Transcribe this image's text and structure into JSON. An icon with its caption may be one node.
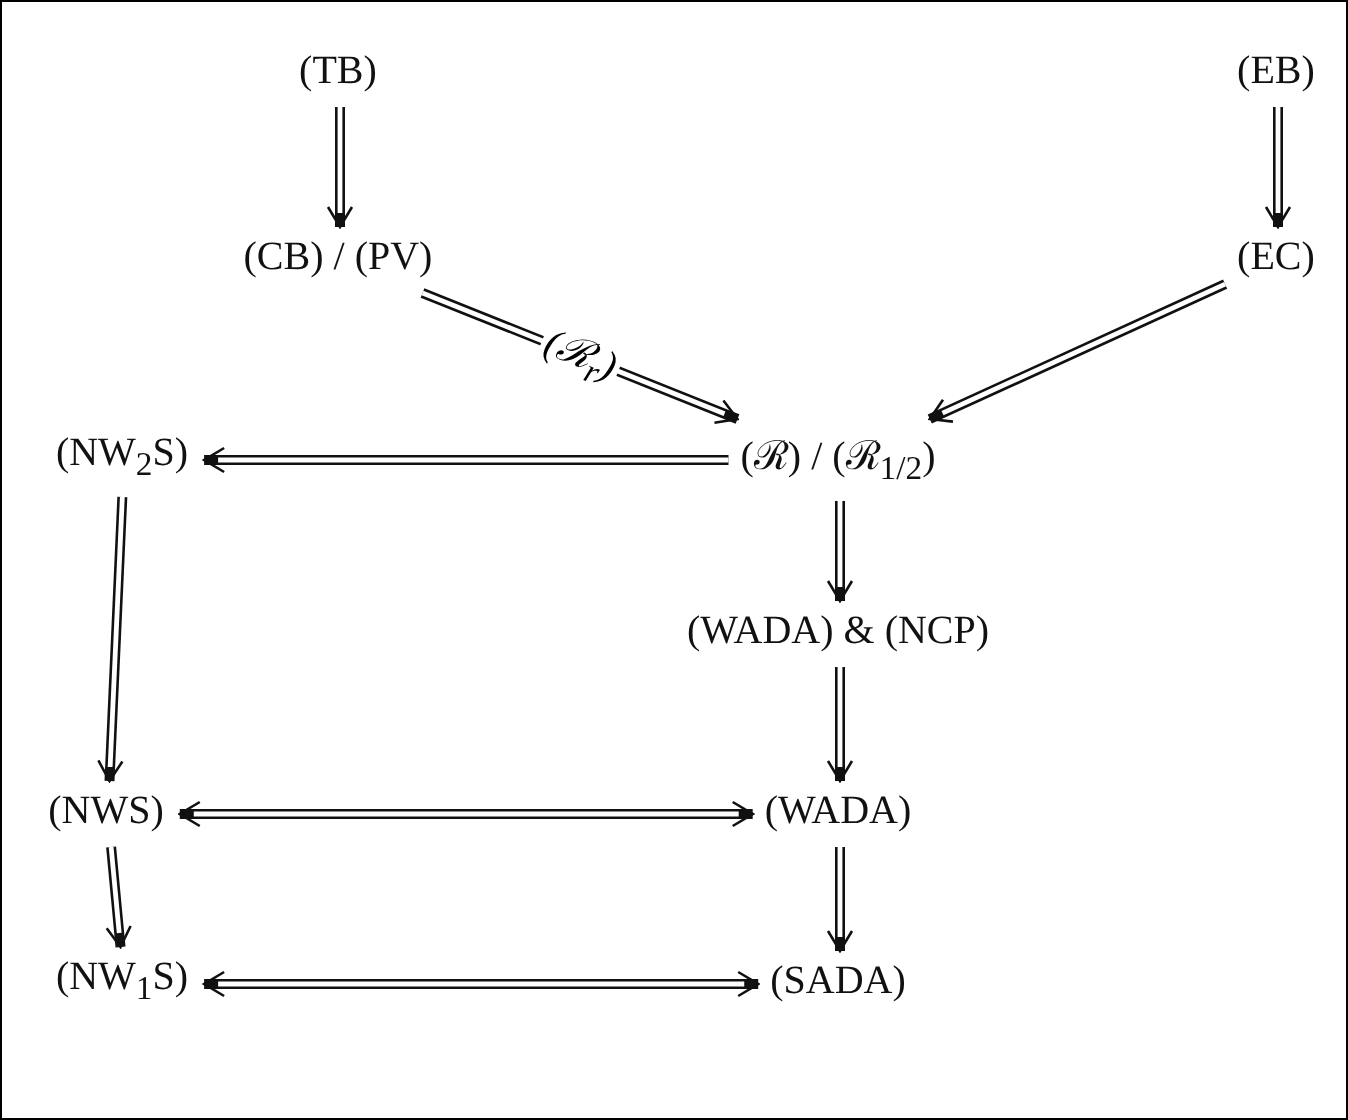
{
  "diagram": {
    "nodes": [
      {
        "text": [
          "(TB)"
        ]
      },
      {
        "text": [
          "(EB)"
        ]
      },
      {
        "text": [
          "(CB) / (PV)"
        ]
      },
      {
        "text": [
          "(EC)"
        ]
      },
      {
        "text": [
          "(NW$_{2}$S)"
        ]
      },
      {
        "text": [
          "(ℛ) / (ℛ$_{1/2}$)"
        ]
      },
      {
        "text": [
          "(WADA) & (NCP)"
        ]
      },
      {
        "text": [
          "(NWS)"
        ]
      },
      {
        "text": [
          "(WADA)"
        ]
      },
      {
        "text": [
          "(NW$_{1}$S)"
        ]
      },
      {
        "text": [
          "(SADA)"
        ]
      }
    ],
    "edges": [
      {
        "from": 0,
        "to": 2,
        "arrow": "to"
      },
      {
        "from": 1,
        "to": 3,
        "arrow": "to"
      },
      {
        "from": 2,
        "to": 5,
        "arrow": "to",
        "label": "(ℛ$_{r}$)"
      },
      {
        "from": 3,
        "to": 5,
        "arrow": "to"
      },
      {
        "from": 5,
        "to": 4,
        "arrow": "to"
      },
      {
        "from": 5,
        "to": 6,
        "arrow": "to"
      },
      {
        "from": 4,
        "to": 7,
        "arrow": "to"
      },
      {
        "from": 6,
        "to": 8,
        "arrow": "to"
      },
      {
        "from": 7,
        "to": 8,
        "arrow": "both"
      },
      {
        "from": 7,
        "to": 9,
        "arrow": "to"
      },
      {
        "from": 8,
        "to": 10,
        "arrow": "to"
      },
      {
        "from": 9,
        "to": 10,
        "arrow": "both"
      }
    ]
  }
}
